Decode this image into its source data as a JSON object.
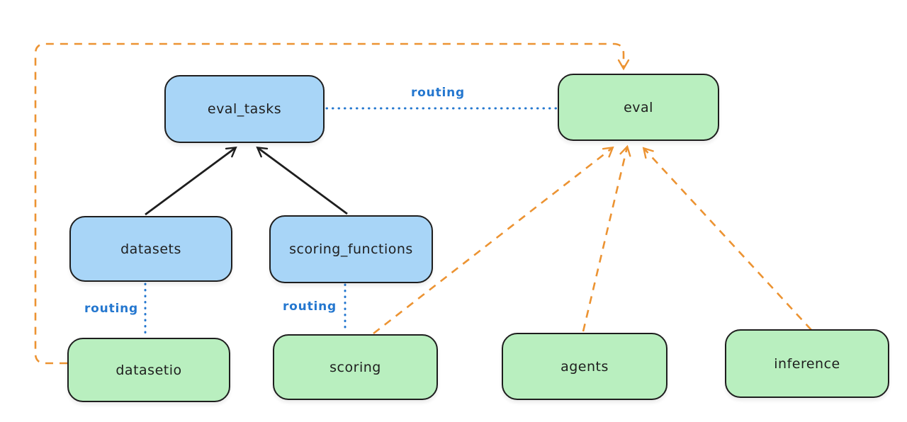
{
  "diagram": {
    "nodes": {
      "eval_tasks": {
        "label": "eval_tasks",
        "fill": "#a8d5f7"
      },
      "eval": {
        "label": "eval",
        "fill": "#b9efbf"
      },
      "datasets": {
        "label": "datasets",
        "fill": "#a8d5f7"
      },
      "scoring_functions": {
        "label": "scoring_functions",
        "fill": "#a8d5f7"
      },
      "datasetio": {
        "label": "datasetio",
        "fill": "#b9efbf"
      },
      "scoring": {
        "label": "scoring",
        "fill": "#b9efbf"
      },
      "agents": {
        "label": "agents",
        "fill": "#b9efbf"
      },
      "inference": {
        "label": "inference",
        "fill": "#b9efbf"
      }
    },
    "edges": [
      {
        "from": "datasets",
        "to": "eval_tasks",
        "style": "solid",
        "color": "#1e1e1e",
        "label": ""
      },
      {
        "from": "scoring_functions",
        "to": "eval_tasks",
        "style": "solid",
        "color": "#1e1e1e",
        "label": ""
      },
      {
        "from": "eval_tasks",
        "to": "eval",
        "style": "dotted",
        "color": "#2477cf",
        "label": "routing"
      },
      {
        "from": "datasets",
        "to": "datasetio",
        "style": "dotted",
        "color": "#2477cf",
        "label": "routing"
      },
      {
        "from": "scoring_functions",
        "to": "scoring",
        "style": "dotted",
        "color": "#2477cf",
        "label": "routing"
      },
      {
        "from": "datasetio",
        "to": "eval",
        "style": "dashed",
        "color": "#ec9332",
        "label": ""
      },
      {
        "from": "scoring",
        "to": "eval",
        "style": "dashed",
        "color": "#ec9332",
        "label": ""
      },
      {
        "from": "agents",
        "to": "eval",
        "style": "dashed",
        "color": "#ec9332",
        "label": ""
      },
      {
        "from": "inference",
        "to": "eval",
        "style": "dashed",
        "color": "#ec9332",
        "label": ""
      }
    ],
    "colors": {
      "background": "#ffffff",
      "node_stroke": "#1e1e1e",
      "blue_node_fill": "#a8d5f7",
      "green_node_fill": "#b9efbf",
      "routing_line": "#2477cf",
      "provider_arrow": "#ec9332",
      "dependency_arrow": "#1e1e1e"
    }
  }
}
